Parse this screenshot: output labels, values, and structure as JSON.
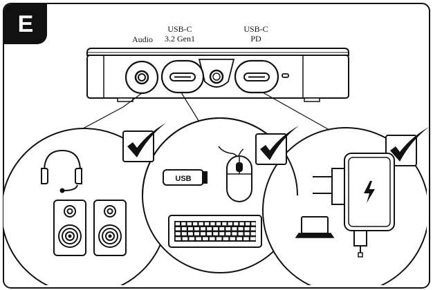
{
  "step_badge": "E",
  "ports": {
    "audio": "Audio",
    "usb_c_gen1": "USB-C\n3.2 Gen1",
    "usb_c_pd": "USB-C\nPD"
  },
  "devices": {
    "usb_stick_label": "USB"
  },
  "colors": {
    "line": "#111111",
    "background": "#ffffff",
    "badge": "#111111"
  }
}
